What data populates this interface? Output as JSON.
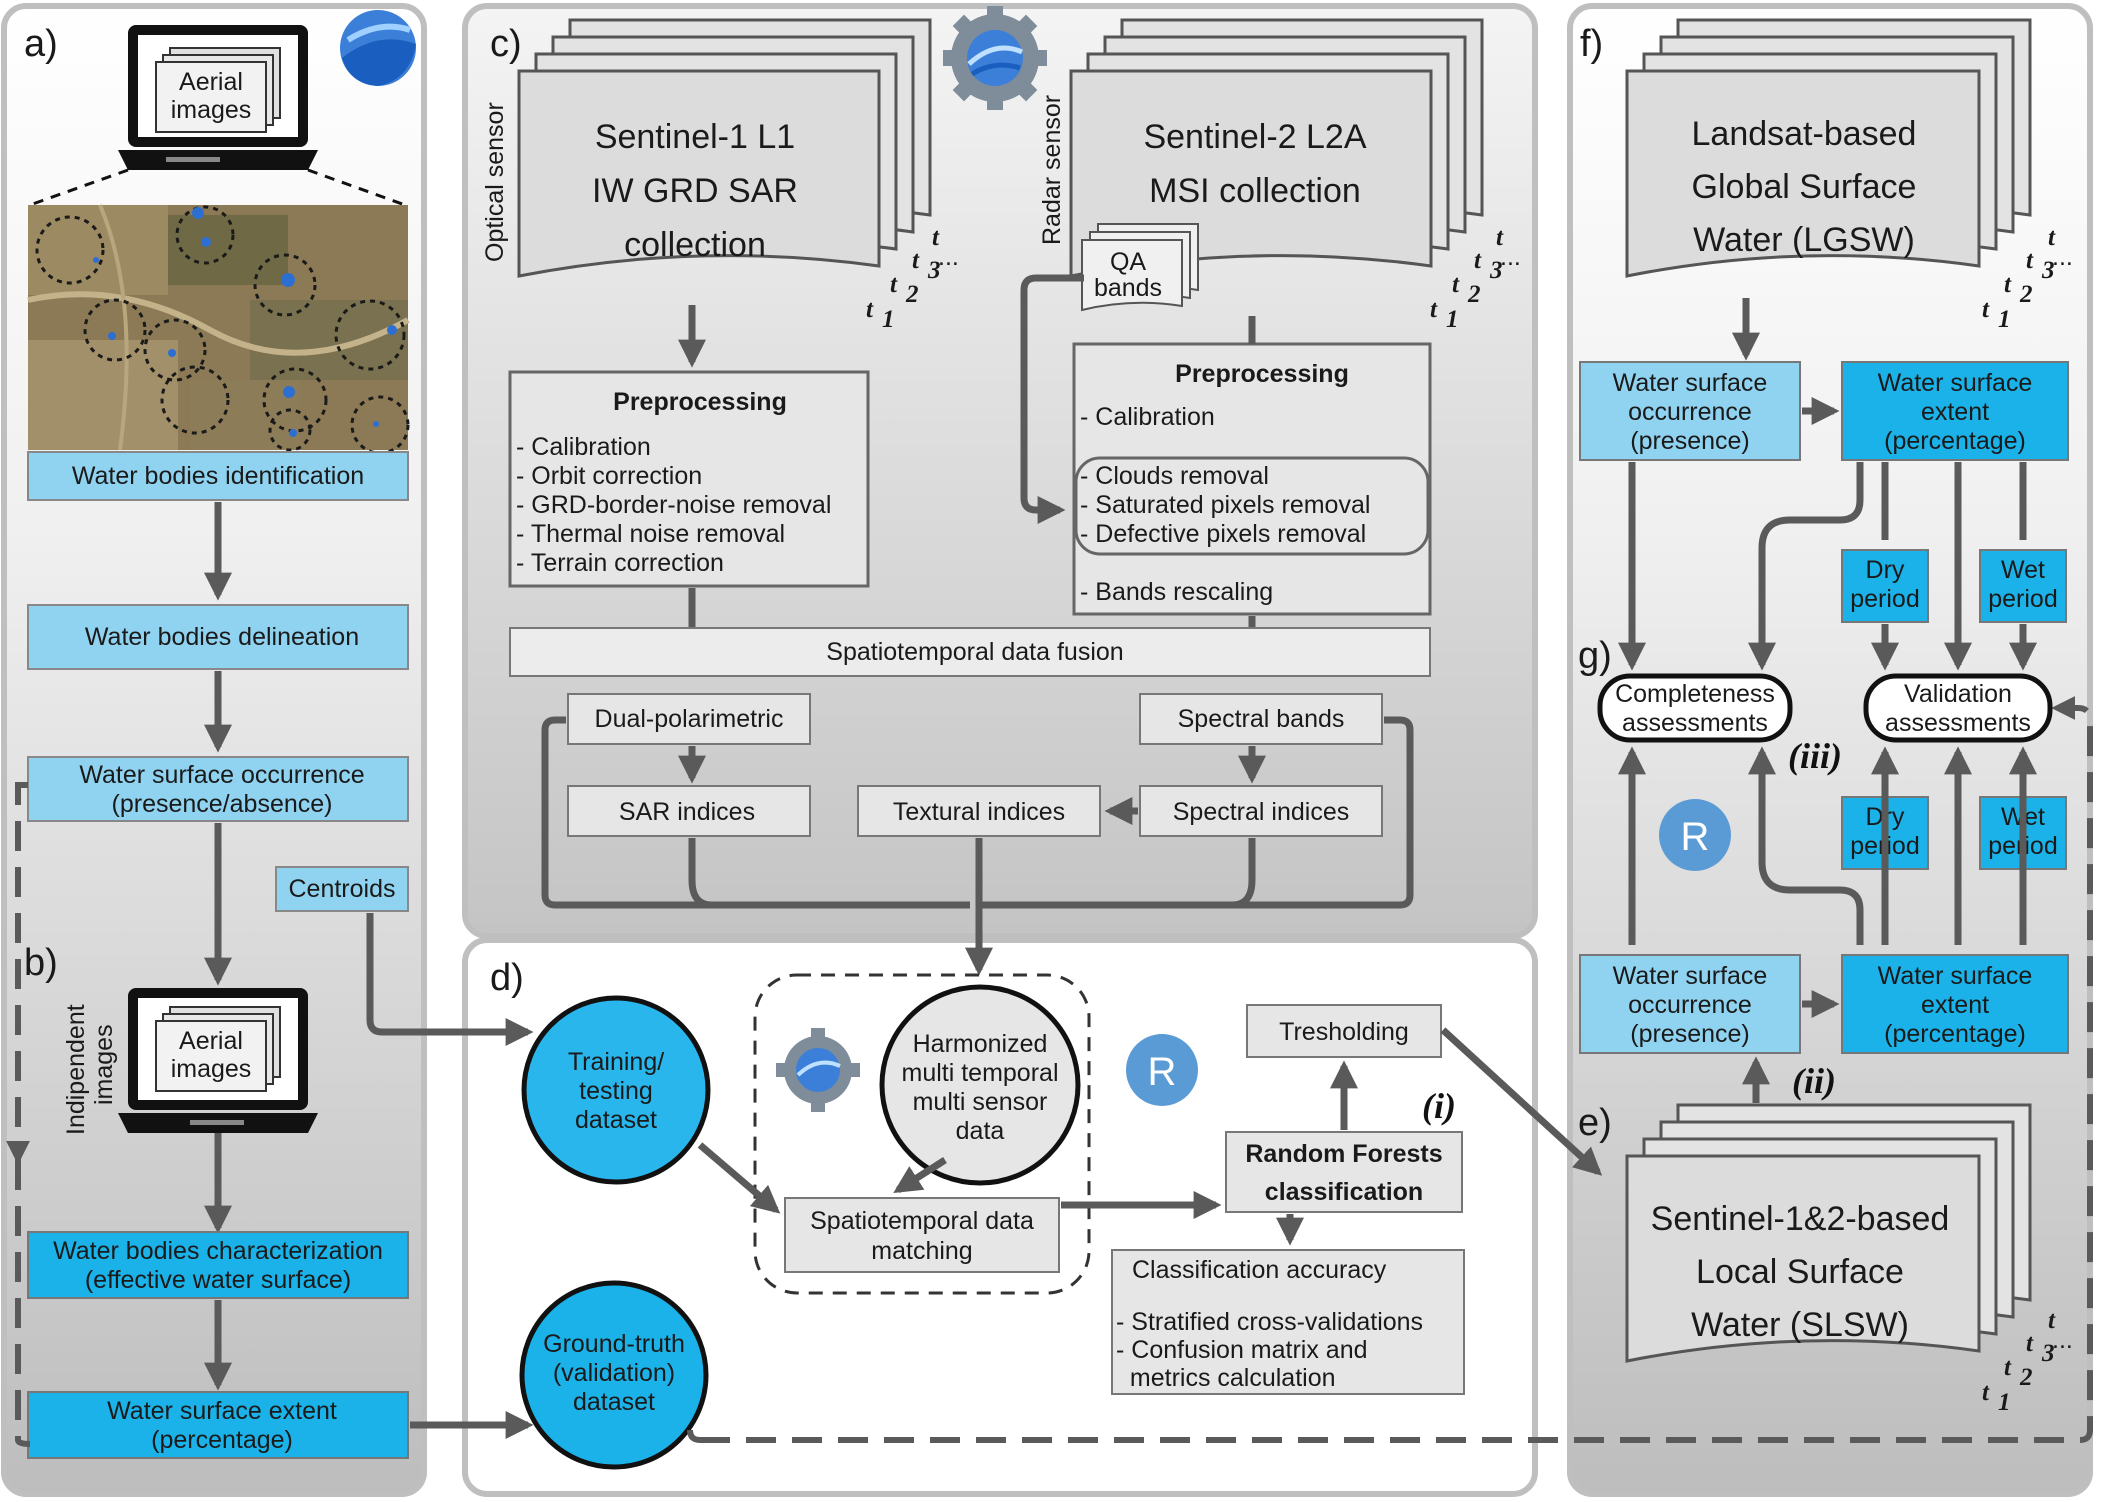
{
  "colors": {
    "light_blue": "#8fd3f0",
    "bright_blue": "#1ab2e8",
    "box_gray": "#e6e6e6",
    "panel_gray": "#c8c8c8",
    "arrow": "#5a5a5a",
    "accent_blue": "#5b9bd5"
  },
  "panels": {
    "a": "a)",
    "b": "b)",
    "c": "c)",
    "d": "d)",
    "e": "e)",
    "f": "f)",
    "g": "g)"
  },
  "panel_a": {
    "laptop_line1": "Aerial",
    "laptop_line2": "images",
    "map_image": "aerial-map-with-water-bodies",
    "identification": "Water bodies identification",
    "delineation": "Water bodies delineation",
    "occurrence_line1": "Water surface occurrence",
    "occurrence_line2": "(presence/absence)",
    "centroids": "Centroids"
  },
  "panel_b": {
    "side_line1": "Indipendent",
    "side_line2": "images",
    "laptop_line1": "Aerial",
    "laptop_line2": "images",
    "characterization_line1": "Water bodies characterization",
    "characterization_line2": "(effective water surface)",
    "extent_line1": "Water surface extent",
    "extent_line2": "(percentage)"
  },
  "panel_c": {
    "optical_label": "Optical sensor",
    "radar_label": "Radar sensor",
    "s1_line1": "Sentinel-1 L1",
    "s1_line2": "IW GRD SAR",
    "s1_line3": "collection",
    "s2_line1": "Sentinel-2 L2A",
    "s2_line2": "MSI collection",
    "qa_line1": "QA",
    "qa_line2": "bands",
    "t_t": "t",
    "t_1": "t",
    "t_1_sub": "1",
    "t_2": "t",
    "t_2_sub": "2",
    "t_3": "t",
    "t_3_sub": "3",
    "t_dots": "...",
    "pre1_title": "Preprocessing",
    "pre1_items": [
      "- Calibration",
      "- Orbit correction",
      "- GRD-border-noise removal",
      "- Thermal noise removal",
      "- Terrain correction"
    ],
    "pre2_title": "Preprocessing",
    "pre2_item1": "- Calibration",
    "pre2_group": [
      "- Clouds removal",
      "- Saturated pixels removal",
      "- Defective pixels removal"
    ],
    "pre2_item_last": "- Bands rescaling",
    "fusion": "Spatiotemporal data fusion",
    "dual_pol": "Dual-polarimetric",
    "spectral_bands": "Spectral bands",
    "sar_indices": "SAR indices",
    "textural_indices": "Textural indices",
    "spectral_indices": "Spectral indices"
  },
  "panel_d": {
    "training_line1": "Training/",
    "training_line2": "testing",
    "training_line3": "dataset",
    "ground_line1": "Ground-truth",
    "ground_line2": "(validation)",
    "ground_line3": "dataset",
    "harmonized_line1": "Harmonized",
    "harmonized_line2": "multi temporal",
    "harmonized_line3": "multi sensor",
    "harmonized_line4": "data",
    "matching_line1": "Spatiotemporal data",
    "matching_line2": "matching",
    "r_logo": "R",
    "tresholding": "Tresholding",
    "rf_line1": "Random Forests",
    "rf_line2": "classification",
    "step_i": "(i)",
    "accuracy_title": "Classification accuracy",
    "accuracy_items": [
      "- Stratified cross-validations",
      "- Confusion matrix and",
      "  metrics calculation"
    ]
  },
  "panel_f": {
    "lgsw_line1": "Landsat-based",
    "lgsw_line2": "Global Surface",
    "lgsw_line3": "Water (LGSW)",
    "occ_line1": "Water surface",
    "occ_line2": "occurrence",
    "occ_line3": "(presence)",
    "ext_line1": "Water surface",
    "ext_line2": "extent",
    "ext_line3": "(percentage)",
    "dry_line1": "Dry",
    "dry_line2": "period",
    "wet_line1": "Wet",
    "wet_line2": "period"
  },
  "panel_g": {
    "completeness_line1": "Completeness",
    "completeness_line2": "assessments",
    "validation_line1": "Validation",
    "validation_line2": "assessments",
    "step_iii": "(iii)",
    "r_logo": "R",
    "dry_line1": "Dry",
    "dry_line2": "period",
    "wet_line1": "Wet",
    "wet_line2": "period"
  },
  "panel_e": {
    "occ_line1": "Water surface",
    "occ_line2": "occurrence",
    "occ_line3": "(presence)",
    "ext_line1": "Water surface",
    "ext_line2": "extent",
    "ext_line3": "(percentage)",
    "step_ii": "(ii)",
    "slsw_line1": "Sentinel-1&2-based",
    "slsw_line2": "Local Surface",
    "slsw_line3": "Water (SLSW)"
  }
}
